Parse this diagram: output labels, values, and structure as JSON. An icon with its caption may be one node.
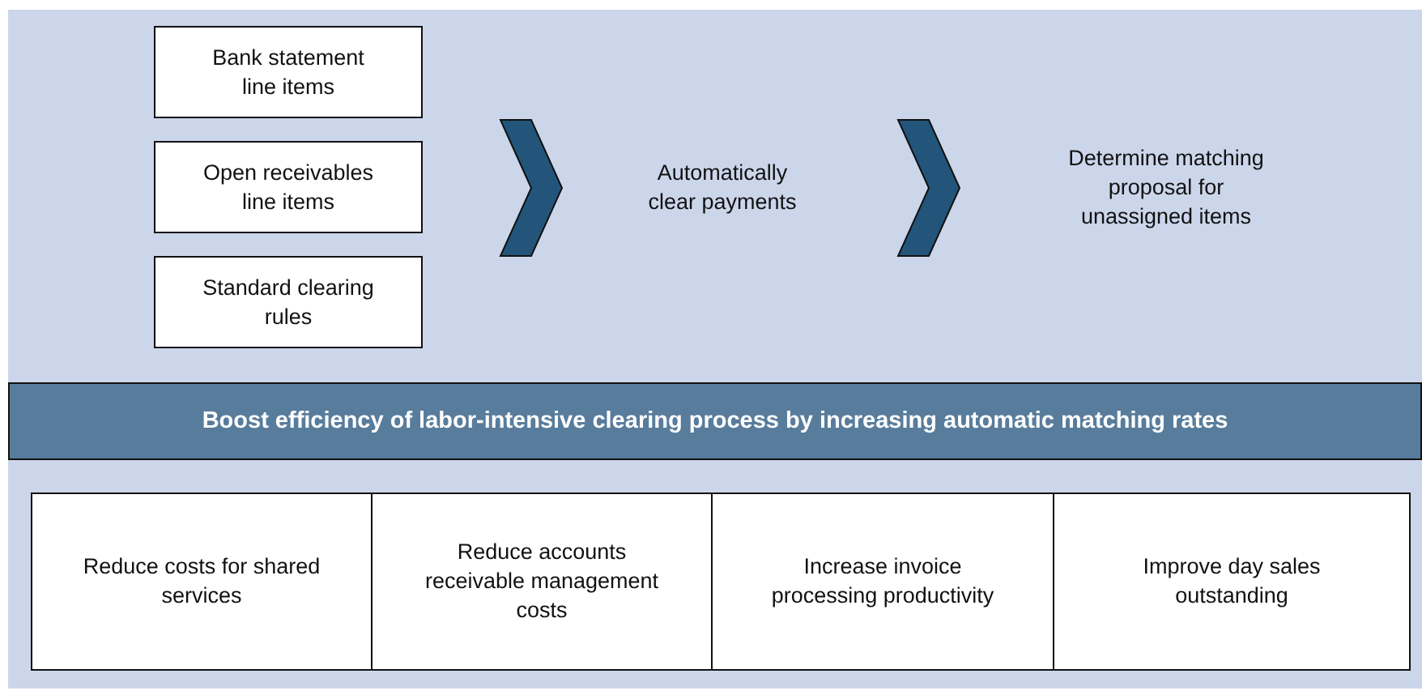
{
  "diagram": {
    "nodes": [
      {
        "text": [
          "Bank statement line items"
        ]
      },
      {
        "text": [
          "Open receivables line items"
        ]
      },
      {
        "text": [
          "Standard clearing rules"
        ]
      },
      {
        "text": [
          "Automatically clear payments"
        ]
      },
      {
        "text": [
          "Determine matching proposal for unassigned items"
        ]
      },
      {
        "text": [
          "Boost efficiency of labor-intensive clearing process by increasing automatic matching rates"
        ]
      },
      {
        "text": [
          "Reduce costs for shared services"
        ]
      },
      {
        "text": [
          "Reduce accounts receivable management costs"
        ]
      },
      {
        "text": [
          "Increase invoice processing productivity"
        ]
      },
      {
        "text": [
          "Improve day sales outstanding"
        ]
      }
    ],
    "edges": [
      {
        "from": 0,
        "to": 3,
        "arrow": "to"
      },
      {
        "from": 1,
        "to": 3,
        "arrow": "to"
      },
      {
        "from": 2,
        "to": 3,
        "arrow": "to"
      },
      {
        "from": 3,
        "to": 4,
        "arrow": "to"
      }
    ]
  }
}
